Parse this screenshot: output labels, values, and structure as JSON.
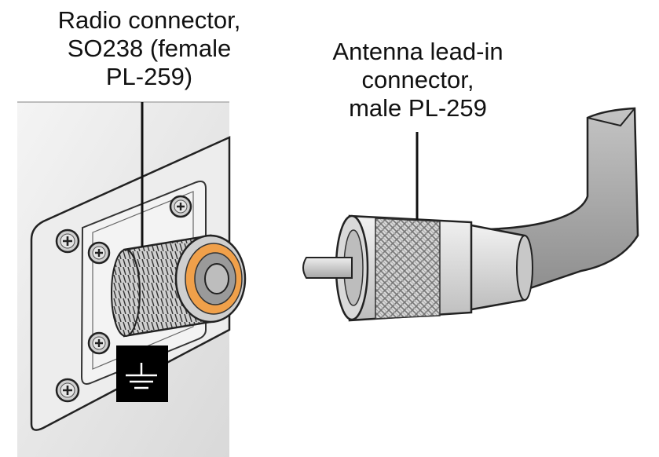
{
  "labels": {
    "radio_connector": {
      "lines": [
        "Radio connector,",
        "SO238 (female",
        "PL-259)"
      ]
    },
    "antenna_connector": {
      "lines": [
        "Antenna lead-in",
        "connector,",
        "male PL-259"
      ]
    }
  },
  "colors": {
    "panel": "#e9e9e9",
    "panel_shadow": "#cfcfcf",
    "outline": "#222222",
    "insulator_ring": "#f0a04a",
    "center_contact": "#9a9a9a",
    "cable": "#a9a9a9",
    "plug_body": "#d4d4d4",
    "label_block": "#000000"
  },
  "icons": {
    "screws": "phillips-screw-icon",
    "ground_label": "ground-symbol-icon"
  }
}
